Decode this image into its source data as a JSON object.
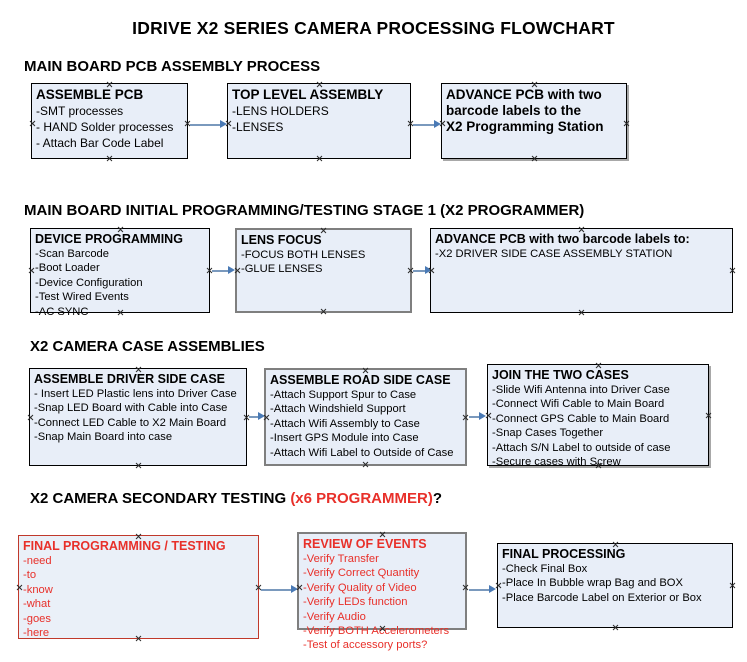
{
  "document": {
    "title": "IDRIVE X2  SERIES CAMERA PROCESSING FLOWCHART"
  },
  "colors": {
    "box_fill": "#e8eef8",
    "box_border": "#000000",
    "gray_border": "#7f7f7f",
    "red_accent": "#e8302a",
    "arrow": "#7a99bd",
    "arrow_head": "#4a7ab5"
  },
  "sections": [
    {
      "heading": "MAIN BOARD PCB ASSEMBLY PROCESS",
      "heading_accent": "",
      "heading_tail": "",
      "boxes": [
        {
          "title": "ASSEMBLE PCB",
          "lines": [
            "-SMT processes",
            "- HAND Solder processes",
            "- Attach Bar Code Label"
          ]
        },
        {
          "title": "TOP LEVEL ASSEMBLY",
          "lines": [
            "-LENS HOLDERS",
            "-LENSES"
          ]
        },
        {
          "title": "ADVANCE PCB with two",
          "lines": [
            "barcode labels to the",
            " X2 Programming Station"
          ]
        }
      ]
    },
    {
      "heading": "MAIN BOARD INITIAL PROGRAMMING/TESTING STAGE 1 (X2 PROGRAMMER)",
      "heading_accent": "",
      "heading_tail": "",
      "boxes": [
        {
          "title": "DEVICE PROGRAMMING",
          "lines": [
            "-Scan Barcode",
            "-Boot Loader",
            "-Device Configuration",
            "-Test Wired Events",
            "-AC SYNC"
          ]
        },
        {
          "title": "LENS FOCUS",
          "lines": [
            "-FOCUS BOTH LENSES",
            "-GLUE LENSES"
          ]
        },
        {
          "title": "ADVANCE PCB with two barcode labels to:",
          "lines": [
            "-X2 DRIVER  SIDE  CASE  ASSEMBLY STATION"
          ]
        }
      ]
    },
    {
      "heading": "X2 CAMERA CASE ASSEMBLIES",
      "heading_accent": "",
      "heading_tail": "",
      "boxes": [
        {
          "title": "ASSEMBLE DRIVER SIDE CASE",
          "lines": [
            "- Insert LED Plastic lens into Driver Case",
            "-Snap LED Board with Cable into Case",
            "-Connect LED Cable to X2 Main Board",
            "-Snap Main Board into case"
          ]
        },
        {
          "title": "ASSEMBLE ROAD SIDE CASE",
          "lines": [
            "-Attach Support Spur to Case",
            "-Attach Windshield Support",
            "-Attach Wifi Assembly to Case",
            "-Insert GPS Module into Case",
            "-Attach Wifi Label to Outside of Case"
          ]
        },
        {
          "title": "JOIN THE TWO CASES",
          "lines": [
            "-Slide Wifi Antenna into Driver Case",
            "-Connect Wifi Cable to Main Board",
            "-Connect GPS Cable to Main Board",
            "-Snap Cases Together",
            "-Attach S/N Label to outside of case",
            "-Secure cases with Screw"
          ]
        }
      ]
    },
    {
      "heading": "X2 CAMERA SECONDARY TESTING  ",
      "heading_accent": "(x6 PROGRAMMER)",
      "heading_tail": "?",
      "boxes": [
        {
          "title": "FINAL PROGRAMMING / TESTING",
          "lines": [
            "-need",
            "-to",
            "-know",
            "-what",
            "-goes",
            "-here"
          ]
        },
        {
          "title": "REVIEW OF EVENTS",
          "lines": [
            "-Verify Transfer",
            "-Verify Correct Quantity",
            "-Verify Quality of Video",
            "-Verify LEDs function",
            "-Verify Audio",
            "-Verify BOTH Accelerometers",
            "-Test of accessory ports?"
          ]
        },
        {
          "title": "FINAL PROCESSING",
          "lines": [
            " -Check Final Box",
            "-Place In Bubble wrap Bag and BOX",
            "-Place Barcode Label on Exterior or Box"
          ]
        }
      ]
    }
  ]
}
